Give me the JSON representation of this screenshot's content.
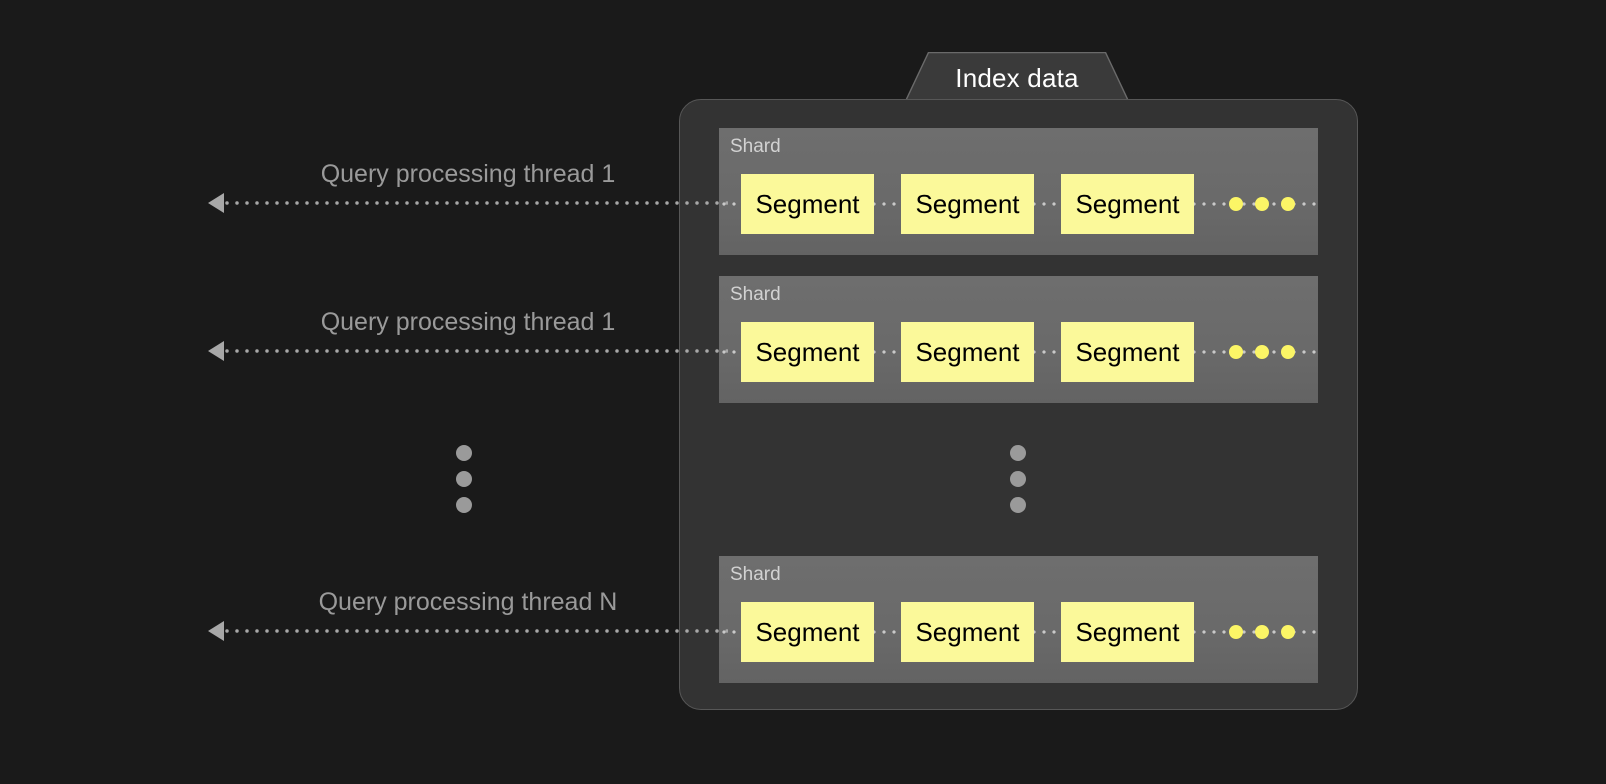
{
  "diagram": {
    "title": "Index data",
    "background_color": "#1a1a1a",
    "panel_color": "#333333",
    "shard_color": "#6b6b6b",
    "segment_color": "#fbf99a",
    "accent_yellow": "#fbf566",
    "line_color": "#a8a8a8",
    "label_color": "#9a9a9a"
  },
  "index_tab": {
    "label": "Index data"
  },
  "threads": [
    {
      "label": "Query processing thread 1",
      "arrow": "arrow-left"
    },
    {
      "label": "Query processing thread 1",
      "arrow": "arrow-left"
    },
    {
      "label": "Query processing thread N",
      "arrow": "arrow-left"
    }
  ],
  "ellipsis": {
    "left": "vertical-ellipsis",
    "center": "vertical-ellipsis",
    "dot_count": 3
  },
  "shards": [
    {
      "label": "Shard",
      "segments": [
        {
          "label": "Segment"
        },
        {
          "label": "Segment"
        },
        {
          "label": "Segment"
        }
      ],
      "trailing_dots": 3
    },
    {
      "label": "Shard",
      "segments": [
        {
          "label": "Segment"
        },
        {
          "label": "Segment"
        },
        {
          "label": "Segment"
        }
      ],
      "trailing_dots": 3
    },
    {
      "label": "Shard",
      "segments": [
        {
          "label": "Segment"
        },
        {
          "label": "Segment"
        },
        {
          "label": "Segment"
        }
      ],
      "trailing_dots": 3
    }
  ]
}
